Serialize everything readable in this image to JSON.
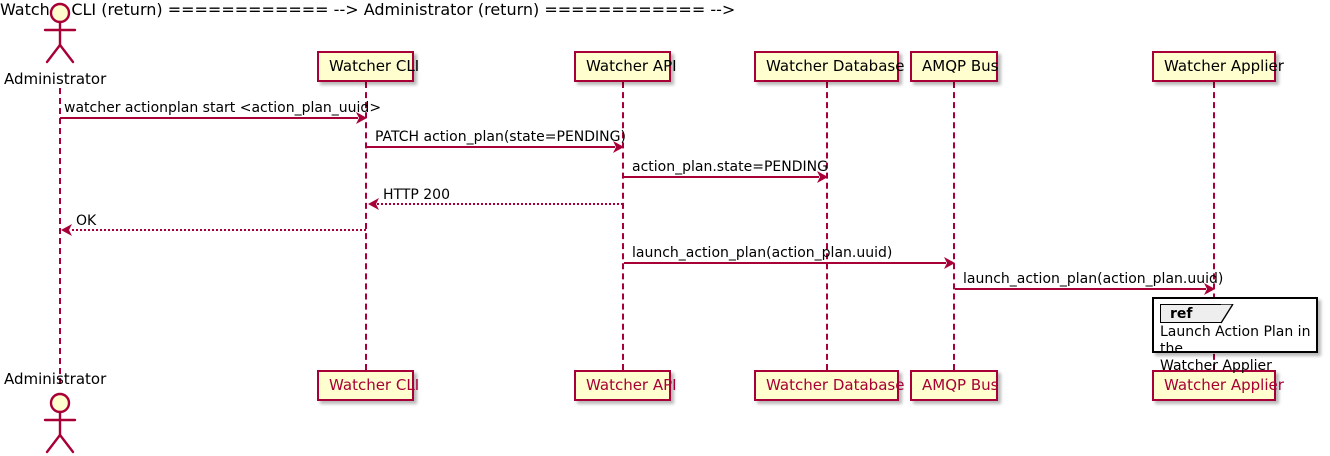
{
  "diagram": {
    "type": "sequence-diagram",
    "colors": {
      "participant_fill": "#FEFECE",
      "participant_border": "#A80036",
      "arrow": "#A80036",
      "bottom_label_text": "#A80036",
      "top_label_text": "#000000",
      "ref_border": "#000000",
      "ref_tab_fill": "#EEEEEE",
      "background": "#FFFFFF"
    },
    "participants": [
      {
        "id": "administrator",
        "label": "Administrator",
        "kind": "actor"
      },
      {
        "id": "watcher-cli",
        "label": "Watcher CLI",
        "kind": "participant"
      },
      {
        "id": "watcher-api",
        "label": "Watcher API",
        "kind": "participant"
      },
      {
        "id": "watcher-database",
        "label": "Watcher Database",
        "kind": "participant"
      },
      {
        "id": "amqp-bus",
        "label": "AMQP Bus",
        "kind": "participant"
      },
      {
        "id": "watcher-applier",
        "label": "Watcher Applier",
        "kind": "participant"
      }
    ],
    "messages": [
      {
        "id": "m1",
        "label": "watcher actionplan start <action_plan_uuid>",
        "from": "administrator",
        "to": "watcher-cli",
        "style": "solid"
      },
      {
        "id": "m2",
        "label": "PATCH action_plan(state=PENDING)",
        "from": "watcher-cli",
        "to": "watcher-api",
        "style": "solid"
      },
      {
        "id": "m3",
        "label": "action_plan.state=PENDING",
        "from": "watcher-api",
        "to": "watcher-database",
        "style": "solid"
      },
      {
        "id": "m4",
        "label": "HTTP 200",
        "from": "watcher-api",
        "to": "watcher-cli",
        "style": "dotted"
      },
      {
        "id": "m5",
        "label": "OK",
        "from": "watcher-cli",
        "to": "administrator",
        "style": "dotted"
      },
      {
        "id": "m6",
        "label": "launch_action_plan(action_plan.uuid)",
        "from": "watcher-api",
        "to": "amqp-bus",
        "style": "solid"
      },
      {
        "id": "m7",
        "label": "launch_action_plan(action_plan.uuid)",
        "from": "amqp-bus",
        "to": "watcher-applier",
        "style": "solid"
      }
    ],
    "fragments": [
      {
        "id": "ref-launch-action-plan",
        "keyword": "ref",
        "text": "Launch Action Plan in the\nWatcher Applier"
      }
    ]
  }
}
